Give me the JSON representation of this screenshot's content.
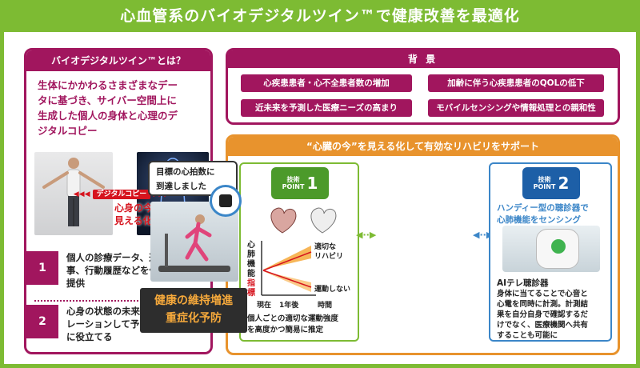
{
  "title": "心血管系のバイオデジタルツイン™で健康改善を最適化",
  "left_panel": {
    "heading": "バイオデジタルツイン™とは？",
    "intro": [
      "生体にかかわるさまざまなデー",
      "タに基づき、サイバー空間上に",
      "生成した個人の身体と心理のデ",
      "ジタルコピー"
    ],
    "twin_label": "デジタルコピー",
    "twin_caption": [
      "心身の今を",
      "見える化"
    ],
    "items": [
      {
        "num": "1",
        "lines": [
          "個人の診療データ、運動や食",
          "事、行動履歴などを任意に",
          "提供"
        ]
      },
      {
        "num": "2",
        "lines": [
          "心身の状態の未来をシミュ",
          "レーションして予防や治療",
          "に役立てる"
        ]
      }
    ]
  },
  "background": {
    "heading": "背 景",
    "items": [
      "心疾患患者・心不全患者数の増加",
      "加齢に伴う心疾患患者のQOLの低下",
      "近未来を予測した医療ニーズの高まり",
      "モバイルセンシングや情報処理との親和性"
    ]
  },
  "support": {
    "heading": "“心臓の今”を見える化して有効なリハビリをサポート",
    "point1": {
      "badge_small": [
        "技術",
        "POINT"
      ],
      "badge_num": "1",
      "ylabel_top": [
        "心",
        "肺",
        "機",
        "能"
      ],
      "ylabel_bottom": [
        "指",
        "標"
      ],
      "line_good": [
        "適切な",
        "リハビリ"
      ],
      "line_none": "運動しない",
      "x_ticks": [
        "現在",
        "1年後",
        "時間"
      ],
      "caption": [
        "個人ごとの適切な運動強度",
        "を高度かつ簡易に推定"
      ]
    },
    "center": {
      "goal": [
        "目標の心拍数に",
        "到達しました"
      ],
      "result": [
        "健康の維持増進",
        "重症化予防"
      ]
    },
    "point2": {
      "badge_small": [
        "技術",
        "POINT"
      ],
      "badge_num": "2",
      "lead": [
        "ハンディー型の聴診器で",
        "心肺機能をセンシング"
      ],
      "device_label": "AIテレ聴診器",
      "desc": [
        "身体に当てることで心音と",
        "心電を同時に計測。計測結",
        "果を自分自身で確認するだ",
        "けでなく、医療機関へ共有",
        "することも可能に"
      ]
    }
  },
  "colors": {
    "green": "#7dbb33",
    "magenta": "#a1165e",
    "orange": "#e8932d",
    "red": "#d6141e",
    "blue": "#3b86c8"
  }
}
